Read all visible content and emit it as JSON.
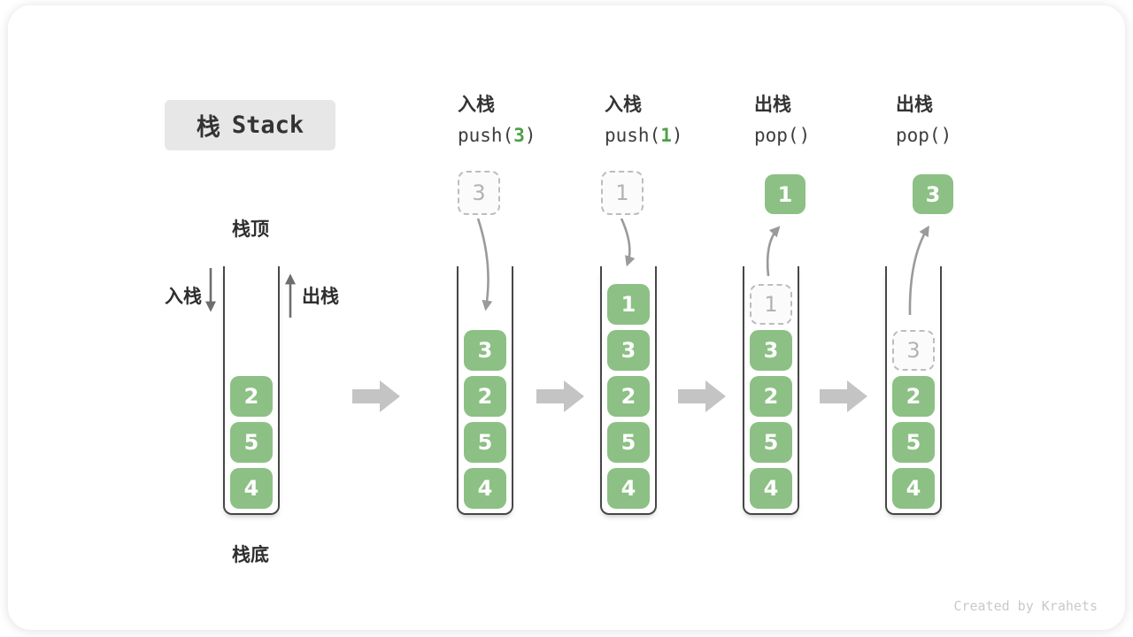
{
  "title": {
    "zh": "栈",
    "en": "Stack"
  },
  "legend": {
    "stack_top": "栈顶",
    "stack_bottom": "栈底",
    "push_side": "入栈",
    "pop_side": "出栈"
  },
  "operations": [
    {
      "name": "入栈",
      "fn": "push(",
      "arg": "3",
      "close": ")"
    },
    {
      "name": "入栈",
      "fn": "push(",
      "arg": "1",
      "close": ")"
    },
    {
      "name": "出栈",
      "fn": "pop(",
      "arg": "",
      "close": ")"
    },
    {
      "name": "出栈",
      "fn": "pop(",
      "arg": "",
      "close": ")"
    }
  ],
  "stacks": [
    {
      "items": [
        "2",
        "5",
        "4"
      ]
    },
    {
      "floating": "3",
      "items": [
        "3",
        "2",
        "5",
        "4"
      ]
    },
    {
      "floating": "1",
      "items": [
        "1",
        "3",
        "2",
        "5",
        "4"
      ]
    },
    {
      "popped": "1",
      "ghost": "1",
      "items": [
        "3",
        "2",
        "5",
        "4"
      ]
    },
    {
      "popped": "3",
      "ghost": "3",
      "items": [
        "2",
        "5",
        "4"
      ]
    }
  ],
  "watermark": "Created by Krahets",
  "colors": {
    "box_green": "#8CC084",
    "code_green": "#4FA048",
    "well_stroke": "#474747",
    "arrow_dark": "#6E6E6E",
    "arrow_gray": "#9A9A9A",
    "flow_arrow": "#C4C4C4",
    "ghost_border": "#BDBDBD",
    "ghost_text": "#B3B3B3",
    "ghost_bg": "#FBFBFB",
    "title_bg": "#E7E7E7",
    "text_dark": "#333333",
    "watermark_gray": "#C9C9C9"
  }
}
